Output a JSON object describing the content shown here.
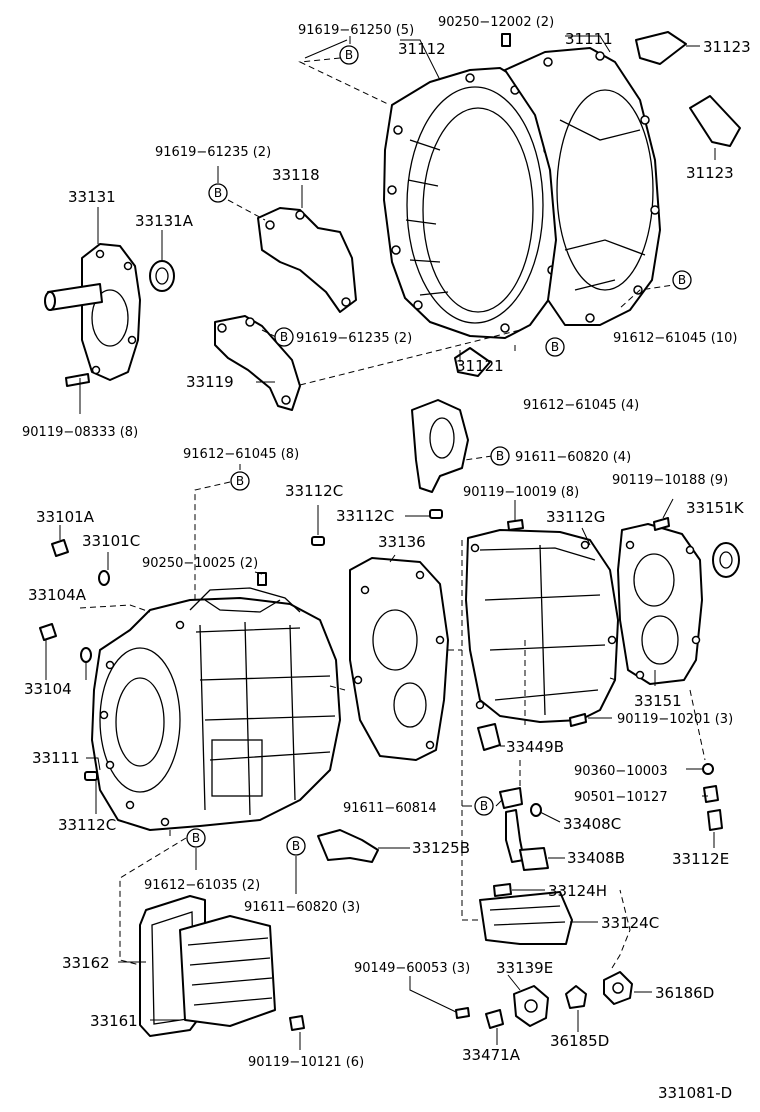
{
  "diagram_code": "331081-D",
  "callout_letter": "B",
  "labels": {
    "p91619_61250": "91619−61250 (5)",
    "p90250_12002": "90250−12002 (2)",
    "p31112": "31112",
    "p31111": "31111",
    "p31123a": "31123",
    "p31123b": "31123",
    "p91619_61235_top": "91619−61235 (2)",
    "p33118": "33118",
    "p33131": "33131",
    "p33131A": "33131A",
    "p91619_61235_mid": "91619−61235 (2)",
    "p33119": "33119",
    "p31121": "31121",
    "p91612_61045_10": "91612−61045 (10)",
    "p91612_61045_4": "91612−61045 (4)",
    "p90119_08333": "90119−08333 (8)",
    "p91612_61045_8": "91612−61045 (8)",
    "p33112C_top": "33112C",
    "p91611_60820_4": "91611−60820 (4)",
    "p90119_10019": "90119−10019 (8)",
    "p90119_10188": "90119−10188 (9)",
    "p33101A": "33101A",
    "p33101C": "33101C",
    "p33112C_mid": "33112C",
    "p33112G": "33112G",
    "p33151K": "33151K",
    "p33136": "33136",
    "p90250_10025": "90250−10025 (2)",
    "p33104A": "33104A",
    "p33104": "33104",
    "p33151": "33151",
    "p90119_10201": "90119−10201 (3)",
    "p33449B": "33449B",
    "p33111": "33111",
    "p90360_10003": "90360−10003",
    "p90501_10127": "90501−10127",
    "p91611_60814": "91611−60814",
    "p33408C": "33408C",
    "p33112C_low": "33112C",
    "p33112E": "33112E",
    "p33125B": "33125B",
    "p33408B": "33408B",
    "p91612_61035": "91612−61035 (2)",
    "p91611_60820_3": "91611−60820 (3)",
    "p33124H": "33124H",
    "p33124C": "33124C",
    "p33162": "33162",
    "p90149_60053": "90149−60053 (3)",
    "p33139E": "33139E",
    "p36186D": "36186D",
    "p33161": "33161",
    "p36185D": "36185D",
    "p90119_10121": "90119−10121 (6)",
    "p33471A": "33471A"
  }
}
